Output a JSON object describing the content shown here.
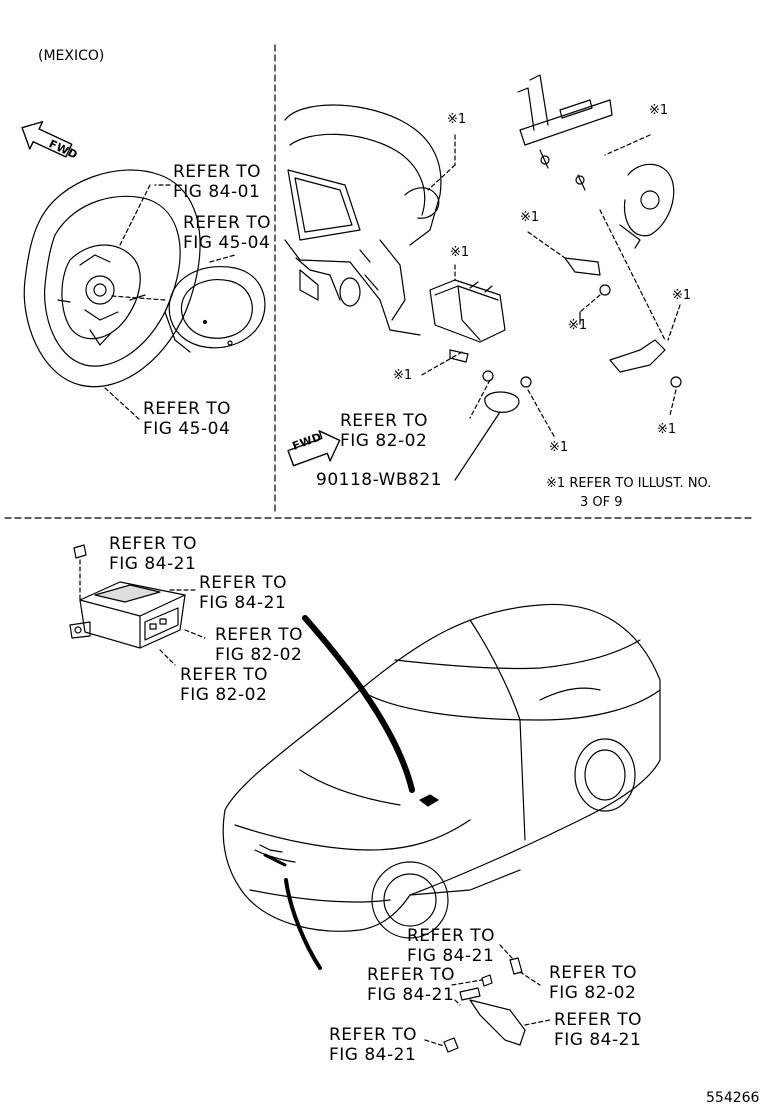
{
  "region": "(MEXICO)",
  "fwd_arrow": "FWD",
  "note": {
    "marker": "※1",
    "text_line1": "REFER TO  ILLUST. NO.",
    "text_line2": "3 OF 9"
  },
  "callouts": [
    {
      "id": "steer-84-01",
      "line1": "REFER TO",
      "line2": "FIG 84-01"
    },
    {
      "id": "steer-45-04-a",
      "line1": "REFER TO",
      "line2": "FIG 45-04"
    },
    {
      "id": "steer-45-04-b",
      "line1": "REFER TO",
      "line2": "FIG 45-04"
    },
    {
      "id": "dash-82-02",
      "line1": "REFER TO",
      "line2": "FIG 82-02"
    },
    {
      "id": "ecu-84-21-a",
      "line1": "REFER TO",
      "line2": "FIG 84-21"
    },
    {
      "id": "ecu-84-21-b",
      "line1": "REFER TO",
      "line2": "FIG 84-21"
    },
    {
      "id": "ecu-82-02-a",
      "line1": "REFER TO",
      "line2": "FIG 82-02"
    },
    {
      "id": "ecu-82-02-b",
      "line1": "REFER TO",
      "line2": "FIG 82-02"
    },
    {
      "id": "sensor-84-21-a",
      "line1": "REFER TO",
      "line2": "FIG 84-21"
    },
    {
      "id": "sensor-84-21-b",
      "line1": "REFER TO",
      "line2": "FIG 84-21"
    },
    {
      "id": "sensor-82-02",
      "line1": "REFER TO",
      "line2": "FIG 82-02"
    },
    {
      "id": "sensor-84-21-c",
      "line1": "REFER TO",
      "line2": "FIG 84-21"
    },
    {
      "id": "sensor-84-21-d",
      "line1": "REFER TO",
      "line2": "FIG 84-21"
    }
  ],
  "part_number": "90118-WB821",
  "ref_marks": [
    "※1",
    "※1",
    "※1",
    "※1",
    "※1",
    "※1",
    "※1",
    "※1"
  ],
  "illustration_id": "554266"
}
